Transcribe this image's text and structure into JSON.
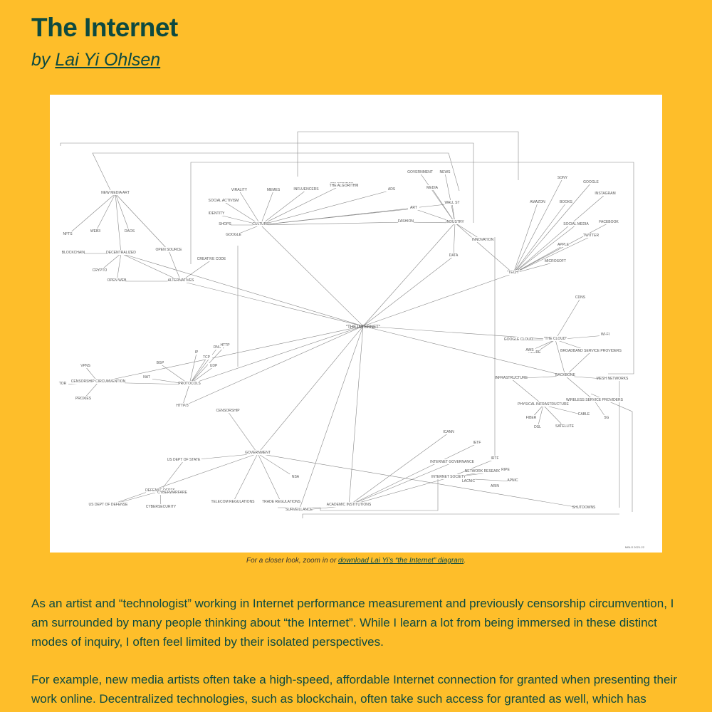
{
  "header": {
    "title": "The Internet",
    "by_prefix": "by",
    "author": "Lai Yi Ohlsen"
  },
  "figure": {
    "center_label": "\"THE INTERNET\"",
    "signature": "MBLO 2021-22",
    "labels": [
      "NEW MEDIA ART",
      "NFTS",
      "WEB3",
      "DAOS",
      "BLOCKCHAIN",
      "DECENTRALIZED",
      "CRYPTO",
      "OPEN WEB",
      "OPEN SOURCE",
      "CREATIVE CODE",
      "ALTERNATIVES",
      "VIRALITY",
      "MEMES",
      "INFLUENCERS",
      "CELEBRITIES",
      "THE ALGORITHM",
      "CULTURE",
      "IDENTITY",
      "SOCIAL ACTIVISM",
      "SHOPS",
      "GOOGLE",
      "ADS",
      "MEDIA",
      "GOVERNMENT",
      "NEWS",
      "ART",
      "FASHION",
      "WALL ST",
      "INDUSTRY",
      "DATA",
      "INNOVATION",
      "\"TECH\"",
      "AMAZON",
      "SONY",
      "GOOGLE",
      "BOOKS",
      "INSTAGRAM",
      "SOCIAL MEDIA",
      "TWITTER",
      "FACEBOOK",
      "APPLE",
      "MICROSOFT",
      "CDNS",
      "\"THE CLOUD\"",
      "AZURE",
      "AWS",
      "GOOGLE CLOUD",
      "BROADBAND SERVICE PROVIDERS",
      "WI-FI",
      "BACKBONE",
      "INFRASTRUCTURE",
      "MESH NETWORKS",
      "PHYSICAL INFRASTRUCTURE",
      "FIBER",
      "DSL",
      "SATELLITE",
      "CABLE",
      "WIRELESS SERVICE PROVIDERS",
      "5G",
      "CENSORSHIP CIRCUMVENTION",
      "PROXIES",
      "TOR",
      "VPNS",
      "PROTOCOLS",
      "BGP",
      "IP",
      "TCP",
      "DNS",
      "UDP",
      "HTTP",
      "NAT",
      "HTTP/3",
      "CENSORSHIP",
      "GOVERNMENT",
      "US DEPT OF STATE",
      "DEFENSE DEPTS",
      "CYBERSECURITY",
      "CYBERWARFARE",
      "US DEPT OF DEFENSE",
      "TELECOM REGULATIONS",
      "TRADE REGULATIONS",
      "NSA",
      "SURVEILLANCE",
      "ACADEMIC INSTITUTIONS",
      "INTERNET GOVERNANCE",
      "ICANN",
      "IETF",
      "INTERNET SOCIETY",
      "NETWORK RESEARCH",
      "IRTF",
      "RIPE",
      "APNIC",
      "ARIN",
      "LACNIC",
      "SHUTDOWNS"
    ]
  },
  "caption": {
    "prefix": "For a closer look, zoom in or",
    "link": "download Lai Yi’s “the Internet” diagram",
    "suffix": "."
  },
  "body": {
    "p1": "As an artist and “technologist” working in Internet performance measurement and previously censorship circumvention, I am surrounded by many people thinking about “the Internet”. While I learn a lot from being immersed in these distinct modes of inquiry, I often feel limited by their isolated perspectives.",
    "p2": "For example, new media artists often take a high-speed, affordable Internet connection for granted when presenting their work online. Decentralized technologies, such as blockchain, often take such access for granted as well, which has"
  }
}
